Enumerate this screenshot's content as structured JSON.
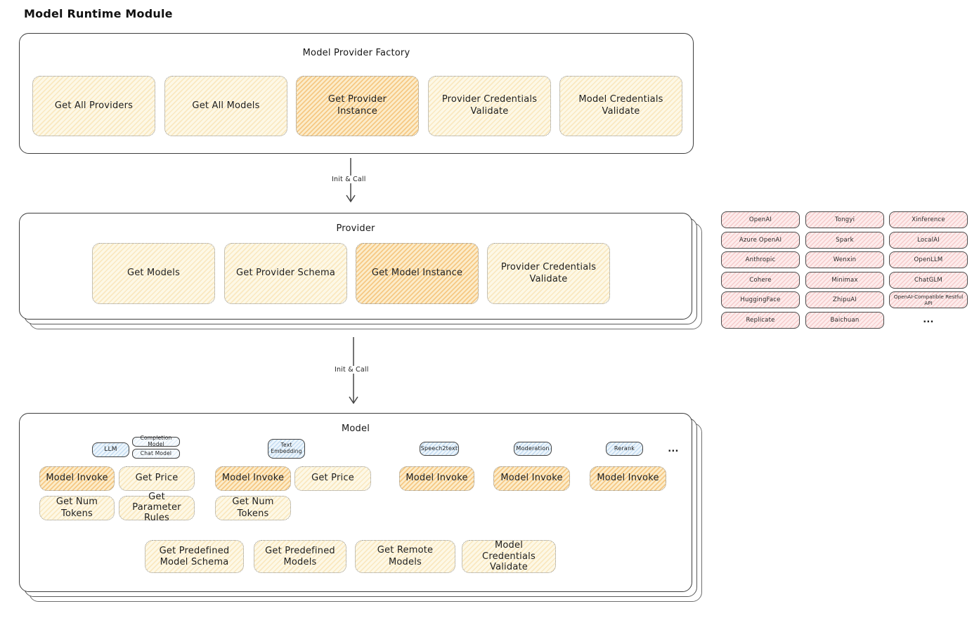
{
  "title": "Model Runtime Module",
  "arrows": {
    "init_call_1": "Init & Call",
    "init_call_2": "Init & Call"
  },
  "factory": {
    "title": "Model Provider Factory",
    "items": [
      {
        "label": "Get All Providers",
        "highlight": false
      },
      {
        "label": "Get All Models",
        "highlight": false
      },
      {
        "label": "Get Provider Instance",
        "highlight": true
      },
      {
        "label": "Provider Credentials Validate",
        "highlight": false
      },
      {
        "label": "Model Credentials Validate",
        "highlight": false
      }
    ]
  },
  "provider": {
    "title": "Provider",
    "items": [
      {
        "label": "Get Models",
        "highlight": false
      },
      {
        "label": "Get Provider Schema",
        "highlight": false
      },
      {
        "label": "Get Model Instance",
        "highlight": true
      },
      {
        "label": "Provider Credentials Validate",
        "highlight": false
      }
    ]
  },
  "providers_grid": {
    "columns": [
      [
        "OpenAI",
        "Azure OpenAI",
        "Anthropic",
        "Cohere",
        "HuggingFace",
        "Replicate"
      ],
      [
        "Tongyi",
        "Spark",
        "Wenxin",
        "Minimax",
        "ZhipuAI",
        "Baichuan"
      ],
      [
        "Xinference",
        "LocalAI",
        "OpenLLM",
        "ChatGLM",
        "OpenAI-Compatible Restful API"
      ]
    ],
    "ellipsis": "..."
  },
  "model": {
    "title": "Model",
    "ellipsis": "...",
    "tags": {
      "llm": "LLM",
      "completion_model": "Completion Model",
      "chat_model": "Chat Model",
      "text_embedding": "Text Embedding",
      "speech2text": "Speech2text",
      "moderation": "Moderation",
      "rerank": "Rerank"
    },
    "actions": {
      "model_invoke": "Model Invoke",
      "get_price": "Get Price",
      "get_num_tokens": "Get Num Tokens",
      "get_parameter_rules": "Get Parameter Rules"
    },
    "bottom_actions": [
      "Get Predefined Model Schema",
      "Get Predefined Models",
      "Get Remote Models",
      "Model Credentials Validate"
    ]
  },
  "colors": {
    "yellow_box_bg": "#fdf8e6",
    "yellow_box_hatch": "#f2cb76",
    "orange_box_bg": "#fcecca",
    "orange_box_hatch": "#eea43d",
    "blue_tag_bg": "#ecf5fc",
    "pink_chip_bg": "#fdecec",
    "border_dark": "#3d3d3d",
    "dotted_border": "#8f8f8f"
  }
}
